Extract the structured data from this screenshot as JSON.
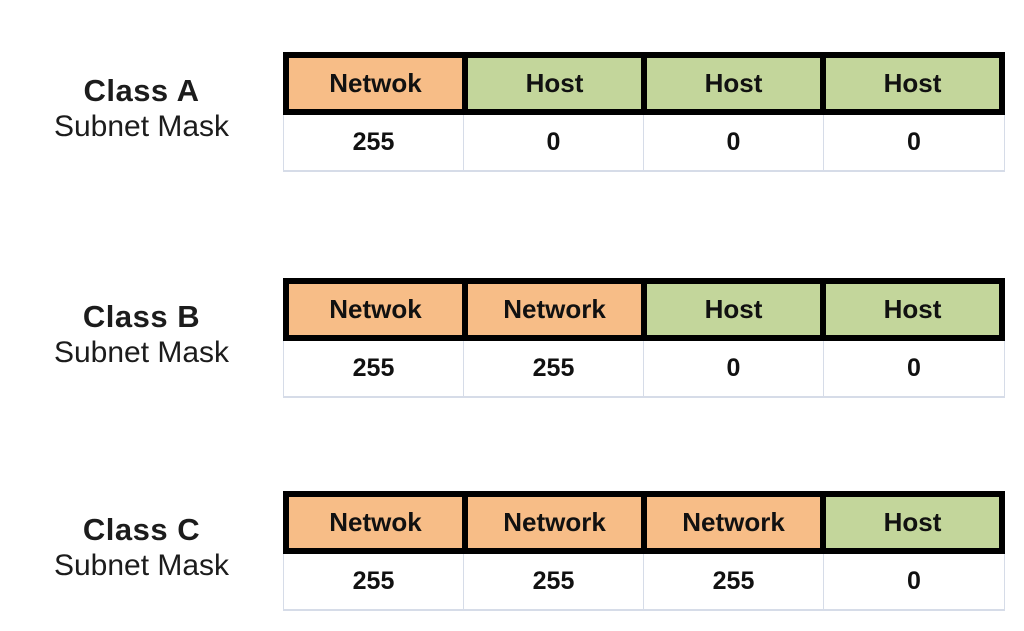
{
  "colors": {
    "background": "#ffffff",
    "network_fill": "#f7bd87",
    "host_fill": "#c3d69b",
    "header_border": "#000000",
    "value_grid": "#d6dce8",
    "text": "#111111",
    "label_text": "#1c1c1c"
  },
  "tables": [
    {
      "class_label": "Class A",
      "sublabel": "Subnet Mask",
      "cells": [
        {
          "label": "Netwok",
          "type": "network"
        },
        {
          "label": "Host",
          "type": "host"
        },
        {
          "label": "Host",
          "type": "host"
        },
        {
          "label": "Host",
          "type": "host"
        }
      ],
      "values": [
        "255",
        "0",
        "0",
        "0"
      ]
    },
    {
      "class_label": "Class B",
      "sublabel": "Subnet Mask",
      "cells": [
        {
          "label": "Netwok",
          "type": "network"
        },
        {
          "label": "Network",
          "type": "network"
        },
        {
          "label": "Host",
          "type": "host"
        },
        {
          "label": "Host",
          "type": "host"
        }
      ],
      "values": [
        "255",
        "255",
        "0",
        "0"
      ]
    },
    {
      "class_label": "Class C",
      "sublabel": "Subnet Mask",
      "cells": [
        {
          "label": "Netwok",
          "type": "network"
        },
        {
          "label": "Network",
          "type": "network"
        },
        {
          "label": "Network",
          "type": "network"
        },
        {
          "label": "Host",
          "type": "host"
        }
      ],
      "values": [
        "255",
        "255",
        "255",
        "0"
      ]
    }
  ]
}
